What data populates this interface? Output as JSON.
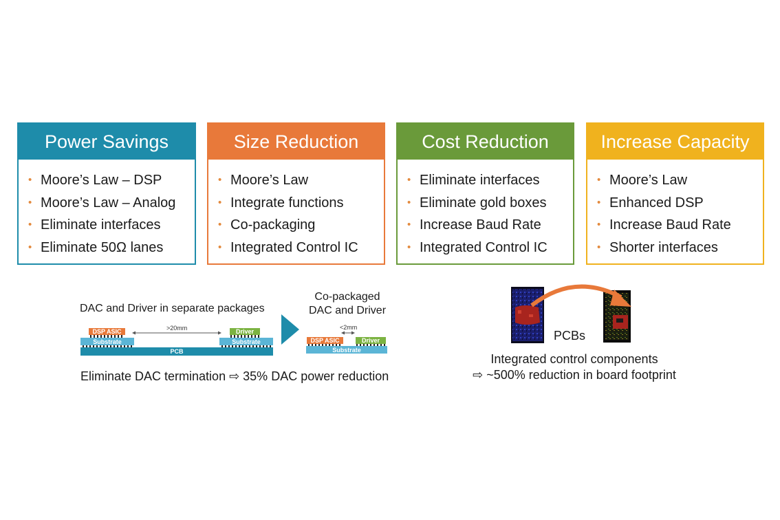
{
  "cards": [
    {
      "title": "Power Savings",
      "color": "#1e8caa",
      "items": [
        "Moore’s Law – DSP",
        "Moore’s Law – Analog",
        "Eliminate interfaces",
        "Eliminate 50Ω lanes"
      ]
    },
    {
      "title": "Size Reduction",
      "color": "#e8793a",
      "items": [
        "Moore’s Law",
        "Integrate functions",
        "Co-packaging",
        "Integrated Control IC"
      ]
    },
    {
      "title": "Cost Reduction",
      "color": "#6a9a3a",
      "items": [
        "Eliminate interfaces",
        "Eliminate gold boxes",
        "Increase Baud Rate",
        "Integrated Control IC"
      ]
    },
    {
      "title": "Increase Capacity",
      "color": "#f0b21e",
      "items": [
        "Moore’s Law",
        "Enhanced DSP",
        "Increase Baud Rate",
        "Shorter interfaces"
      ]
    }
  ],
  "bullet_color": "#e38a3e",
  "separate": {
    "caption": "DAC and Driver in separate packages",
    "dsp_label": "DSP ASIC",
    "driver_label": "Driver",
    "substrate_label": "Substrate",
    "pcb_label": "PCB",
    "distance": ">20mm"
  },
  "copackaged": {
    "caption_line1": "Co-packaged",
    "caption_line2": "DAC and Driver",
    "dsp_label": "DSP ASIC",
    "driver_label": "Driver",
    "substrate_label": "Substrate",
    "distance": "<2mm"
  },
  "dac_result": "Eliminate DAC termination ⇨ 35% DAC power reduction",
  "pcbs": {
    "label": "PCBs",
    "line1": "Integrated control components",
    "line2": "⇨ ~500% reduction in board footprint"
  }
}
